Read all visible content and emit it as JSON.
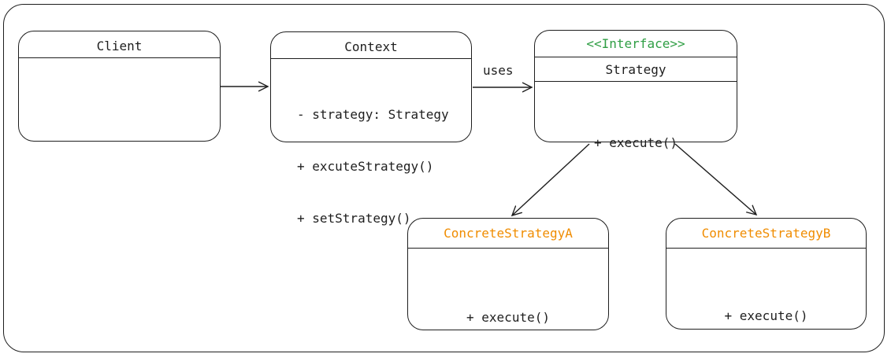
{
  "client": {
    "title": "Client"
  },
  "context": {
    "title": "Context",
    "members": [
      "- strategy: Strategy",
      "+ excuteStrategy()",
      "+ setStrategy()"
    ]
  },
  "strategy": {
    "stereotype": "<<Interface>>",
    "title": "Strategy",
    "members": [
      "+ execute()"
    ]
  },
  "concrete_a": {
    "title": "ConcreteStrategyA",
    "members": [
      "+ execute()"
    ]
  },
  "concrete_b": {
    "title": "ConcreteStrategyB",
    "members": [
      "+ execute()"
    ]
  },
  "edges": {
    "uses_label": "uses"
  },
  "colors": {
    "stroke": "#1e1e1e",
    "interface": "#2f9e44",
    "concrete": "#f08c00"
  }
}
